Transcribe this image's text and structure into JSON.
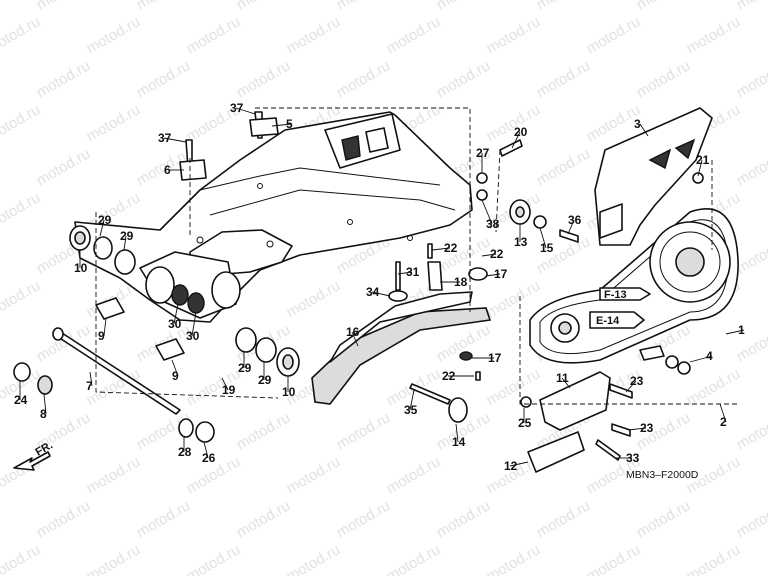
{
  "watermark": "motod.ru",
  "diagram_code": "MBN3–F2000D",
  "front_label": "FR.",
  "references": [
    {
      "id": "ref-f13",
      "text": "F-13"
    },
    {
      "id": "ref-e14",
      "text": "E-14"
    }
  ],
  "callouts": [
    {
      "id": "c-37a",
      "num": "37"
    },
    {
      "id": "c-5",
      "num": "5"
    },
    {
      "id": "c-37b",
      "num": "37"
    },
    {
      "id": "c-6",
      "num": "6"
    },
    {
      "id": "c-3",
      "num": "3"
    },
    {
      "id": "c-20",
      "num": "20"
    },
    {
      "id": "c-27",
      "num": "27"
    },
    {
      "id": "c-21",
      "num": "21"
    },
    {
      "id": "c-38",
      "num": "38"
    },
    {
      "id": "c-13",
      "num": "13"
    },
    {
      "id": "c-15",
      "num": "15"
    },
    {
      "id": "c-36",
      "num": "36"
    },
    {
      "id": "c-29a",
      "num": "29"
    },
    {
      "id": "c-29b",
      "num": "29"
    },
    {
      "id": "c-10a",
      "num": "10"
    },
    {
      "id": "c-22a",
      "num": "22"
    },
    {
      "id": "c-22b",
      "num": "22"
    },
    {
      "id": "c-31",
      "num": "31"
    },
    {
      "id": "c-18",
      "num": "18"
    },
    {
      "id": "c-17a",
      "num": "17"
    },
    {
      "id": "c-34",
      "num": "34"
    },
    {
      "id": "c-30a",
      "num": "30"
    },
    {
      "id": "c-30b",
      "num": "30"
    },
    {
      "id": "c-9a",
      "num": "9"
    },
    {
      "id": "c-16",
      "num": "16"
    },
    {
      "id": "c-1",
      "num": "1"
    },
    {
      "id": "c-29c",
      "num": "29"
    },
    {
      "id": "c-29d",
      "num": "29"
    },
    {
      "id": "c-10b",
      "num": "10"
    },
    {
      "id": "c-9b",
      "num": "9"
    },
    {
      "id": "c-19",
      "num": "19"
    },
    {
      "id": "c-7",
      "num": "7"
    },
    {
      "id": "c-17b",
      "num": "17"
    },
    {
      "id": "c-22c",
      "num": "22"
    },
    {
      "id": "c-4",
      "num": "4"
    },
    {
      "id": "c-24",
      "num": "24"
    },
    {
      "id": "c-8",
      "num": "8"
    },
    {
      "id": "c-35",
      "num": "35"
    },
    {
      "id": "c-11",
      "num": "11"
    },
    {
      "id": "c-23a",
      "num": "23"
    },
    {
      "id": "c-25",
      "num": "25"
    },
    {
      "id": "c-2",
      "num": "2"
    },
    {
      "id": "c-23b",
      "num": "23"
    },
    {
      "id": "c-14",
      "num": "14"
    },
    {
      "id": "c-28",
      "num": "28"
    },
    {
      "id": "c-26",
      "num": "26"
    },
    {
      "id": "c-33",
      "num": "33"
    },
    {
      "id": "c-12",
      "num": "12"
    }
  ]
}
